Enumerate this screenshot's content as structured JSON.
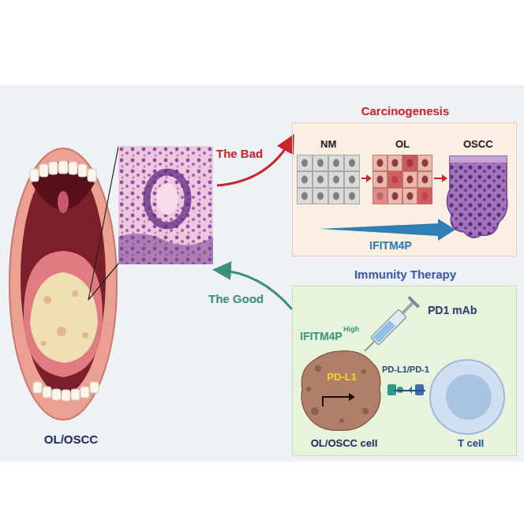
{
  "diagram": {
    "nodes": [
      {
        "text": [
          "OL/OSCC"
        ]
      },
      {
        "text": [
          "Carcinogenesis"
        ]
      },
      {
        "text": [
          "Immunity Therapy"
        ]
      },
      {
        "text": [
          "PD-L1",
          "OL/OSCC cell"
        ],
        "in": 2
      },
      {
        "text": [
          "T cell"
        ],
        "in": 2
      }
    ],
    "edges": [
      {
        "from": 0,
        "to": 1,
        "label": "The Bad",
        "arrow": "to"
      },
      {
        "from": 2,
        "to": 0,
        "label": "The Good",
        "arrow": "to"
      },
      {
        "from": 3,
        "to": 4,
        "label": "PD-L1/PD-1",
        "arrow": "none"
      }
    ],
    "labels": [
      "NM",
      "OL",
      "OSCC",
      "IFITM4P",
      "PD1 mAb",
      "IFITM4P",
      "High"
    ]
  }
}
